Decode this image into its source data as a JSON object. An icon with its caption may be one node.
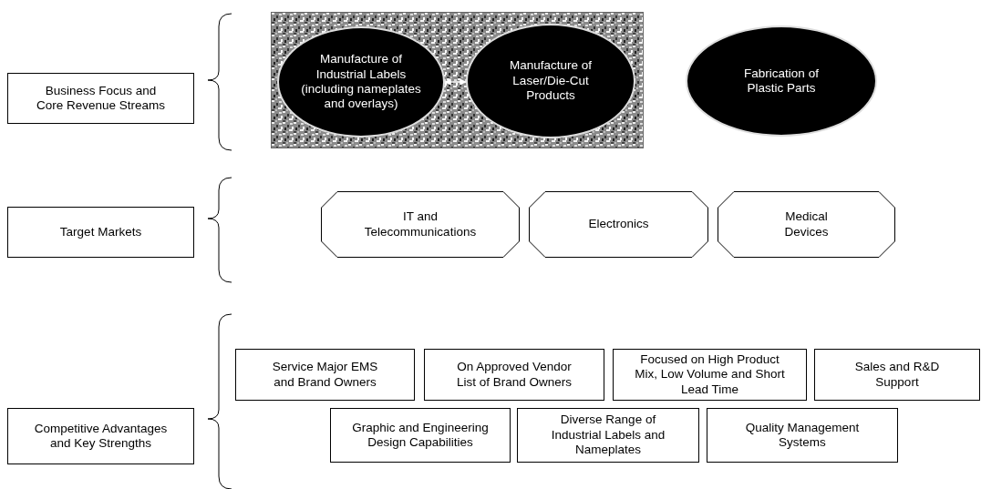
{
  "diagram": {
    "nodes": [
      {
        "text": [
          "Business Focus and Core Revenue Streams"
        ]
      },
      {
        "text": [],
        "shape": "box"
      },
      {
        "text": [
          "Manufacture of Industrial Labels (including nameplates and overlays)"
        ],
        "in": 1
      },
      {
        "text": [
          "Manufacture of Laser/Die-Cut Products"
        ],
        "in": 1
      },
      {
        "text": [
          "Fabrication of Plastic Parts"
        ]
      },
      {
        "text": [
          "Target Markets"
        ]
      },
      {
        "text": [
          "IT and Telecommunications"
        ]
      },
      {
        "text": [
          "Electronics"
        ]
      },
      {
        "text": [
          "Medical Devices"
        ]
      },
      {
        "text": [
          "Competitive Advantages and Key Strengths"
        ]
      },
      {
        "text": [
          "Service Major EMS and Brand Owners"
        ]
      },
      {
        "text": [
          "On Approved Vendor List of Brand Owners"
        ]
      },
      {
        "text": [
          "Focused on High Product Mix, Low Volume and Short Lead Time"
        ]
      },
      {
        "text": [
          "Sales and R&D Support"
        ]
      },
      {
        "text": [
          "Graphic and Engineering Design Capabilities"
        ]
      },
      {
        "text": [
          "Diverse Range of Industrial Labels and Nameplates"
        ]
      },
      {
        "text": [
          "Quality Management Systems"
        ]
      }
    ],
    "edges": [
      {
        "from": 2,
        "to": 3,
        "arrow": "both"
      }
    ]
  }
}
